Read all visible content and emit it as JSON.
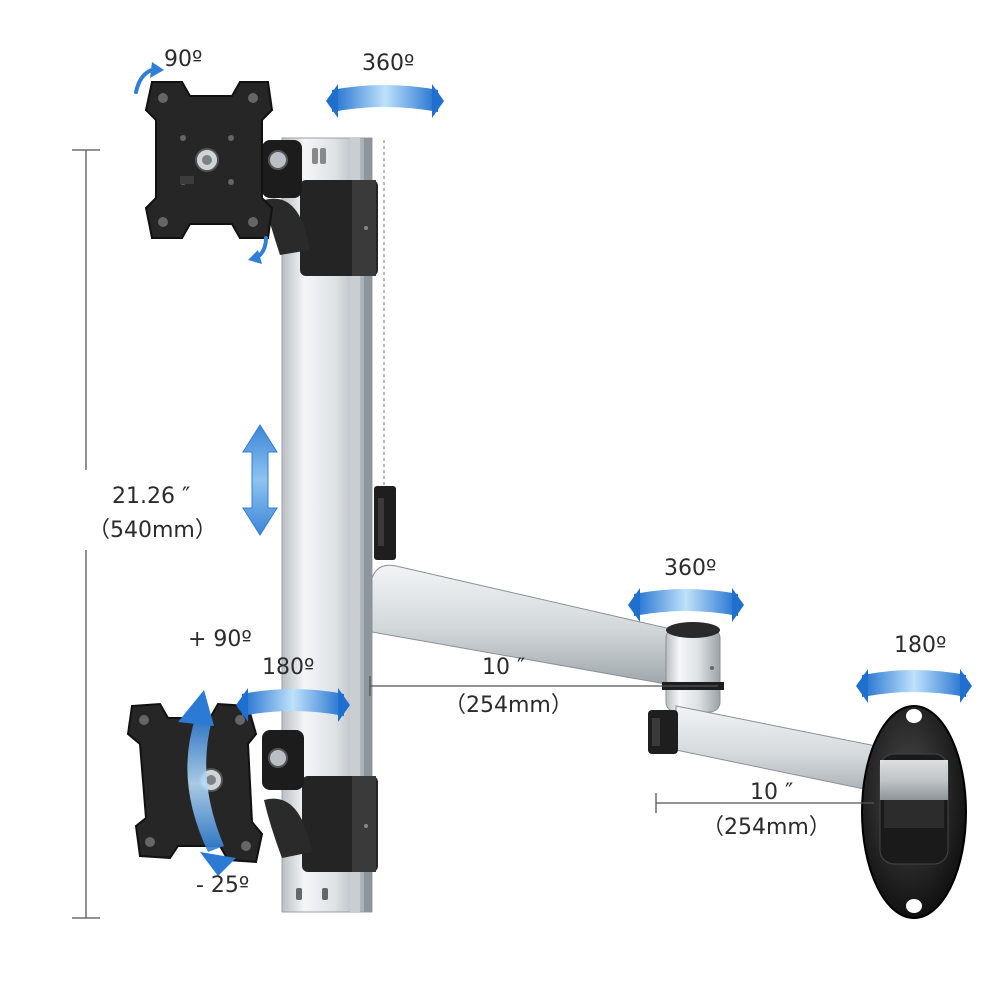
{
  "labels": {
    "top_vesa_rotation": "90º",
    "top_swivel": "360º",
    "height_inches": "21.26 ″",
    "height_mm": "（540mm）",
    "bottom_tilt_up": "+ 90º",
    "bottom_swivel": "180º",
    "bottom_tilt_down": "- 25º",
    "middle_swivel": "360º",
    "arm1_inches": "10 ″",
    "arm1_mm": "（254mm）",
    "wall_swivel": "180º",
    "arm2_inches": "10 ″",
    "arm2_mm": "（254mm）"
  },
  "colors": {
    "arrow_blue": "#2f7fd6",
    "arrow_light": "#a9d3f5",
    "metal": "#d9dde0",
    "metal_dark": "#9aa0a6",
    "plate": "#2b2b2b",
    "dimension_line": "#555555"
  },
  "icons": {
    "rotation_arrow": "curved-rotation-arrow",
    "swivel_arrow": "swivel-band-arrow",
    "vertical_arrow": "double-vertical-arrow"
  }
}
